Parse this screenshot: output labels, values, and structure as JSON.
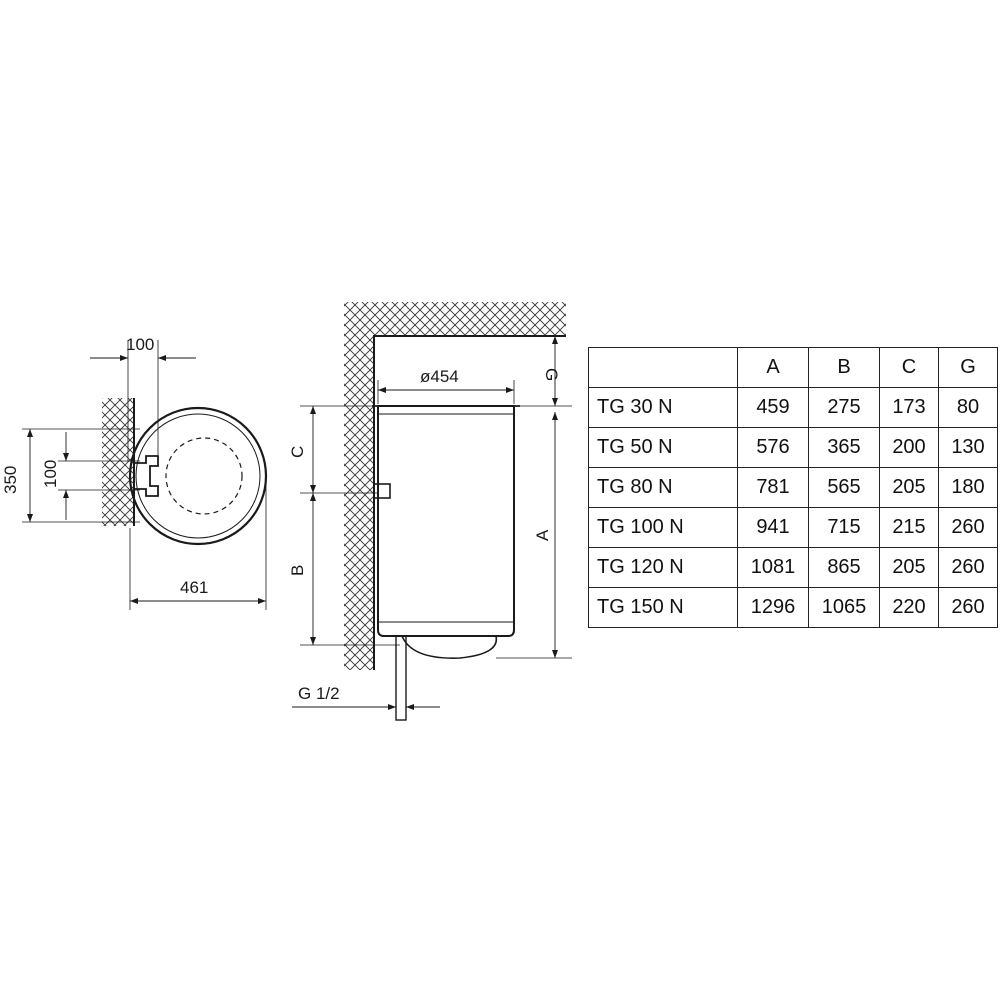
{
  "diagram": {
    "top_view": {
      "dim_bracket_width": "100",
      "dim_mount_height": "100",
      "dim_total_height": "350",
      "dim_depth": "461"
    },
    "side_view": {
      "dim_diameter": "ø454",
      "dim_a": "A",
      "dim_b": "B",
      "dim_c": "C",
      "dim_g": "G",
      "pipe_thread": "G 1/2"
    }
  },
  "table": {
    "headers": [
      "",
      "A",
      "B",
      "C",
      "G"
    ],
    "rows": [
      {
        "model": "TG 30 N",
        "a": "459",
        "b": "275",
        "c": "173",
        "g": "80"
      },
      {
        "model": "TG 50 N",
        "a": "576",
        "b": "365",
        "c": "200",
        "g": "130"
      },
      {
        "model": "TG 80 N",
        "a": "781",
        "b": "565",
        "c": "205",
        "g": "180"
      },
      {
        "model": "TG 100 N",
        "a": "941",
        "b": "715",
        "c": "215",
        "g": "260"
      },
      {
        "model": "TG 120 N",
        "a": "1081",
        "b": "865",
        "c": "205",
        "g": "260"
      },
      {
        "model": "TG 150 N",
        "a": "1296",
        "b": "1065",
        "c": "220",
        "g": "260"
      }
    ]
  }
}
